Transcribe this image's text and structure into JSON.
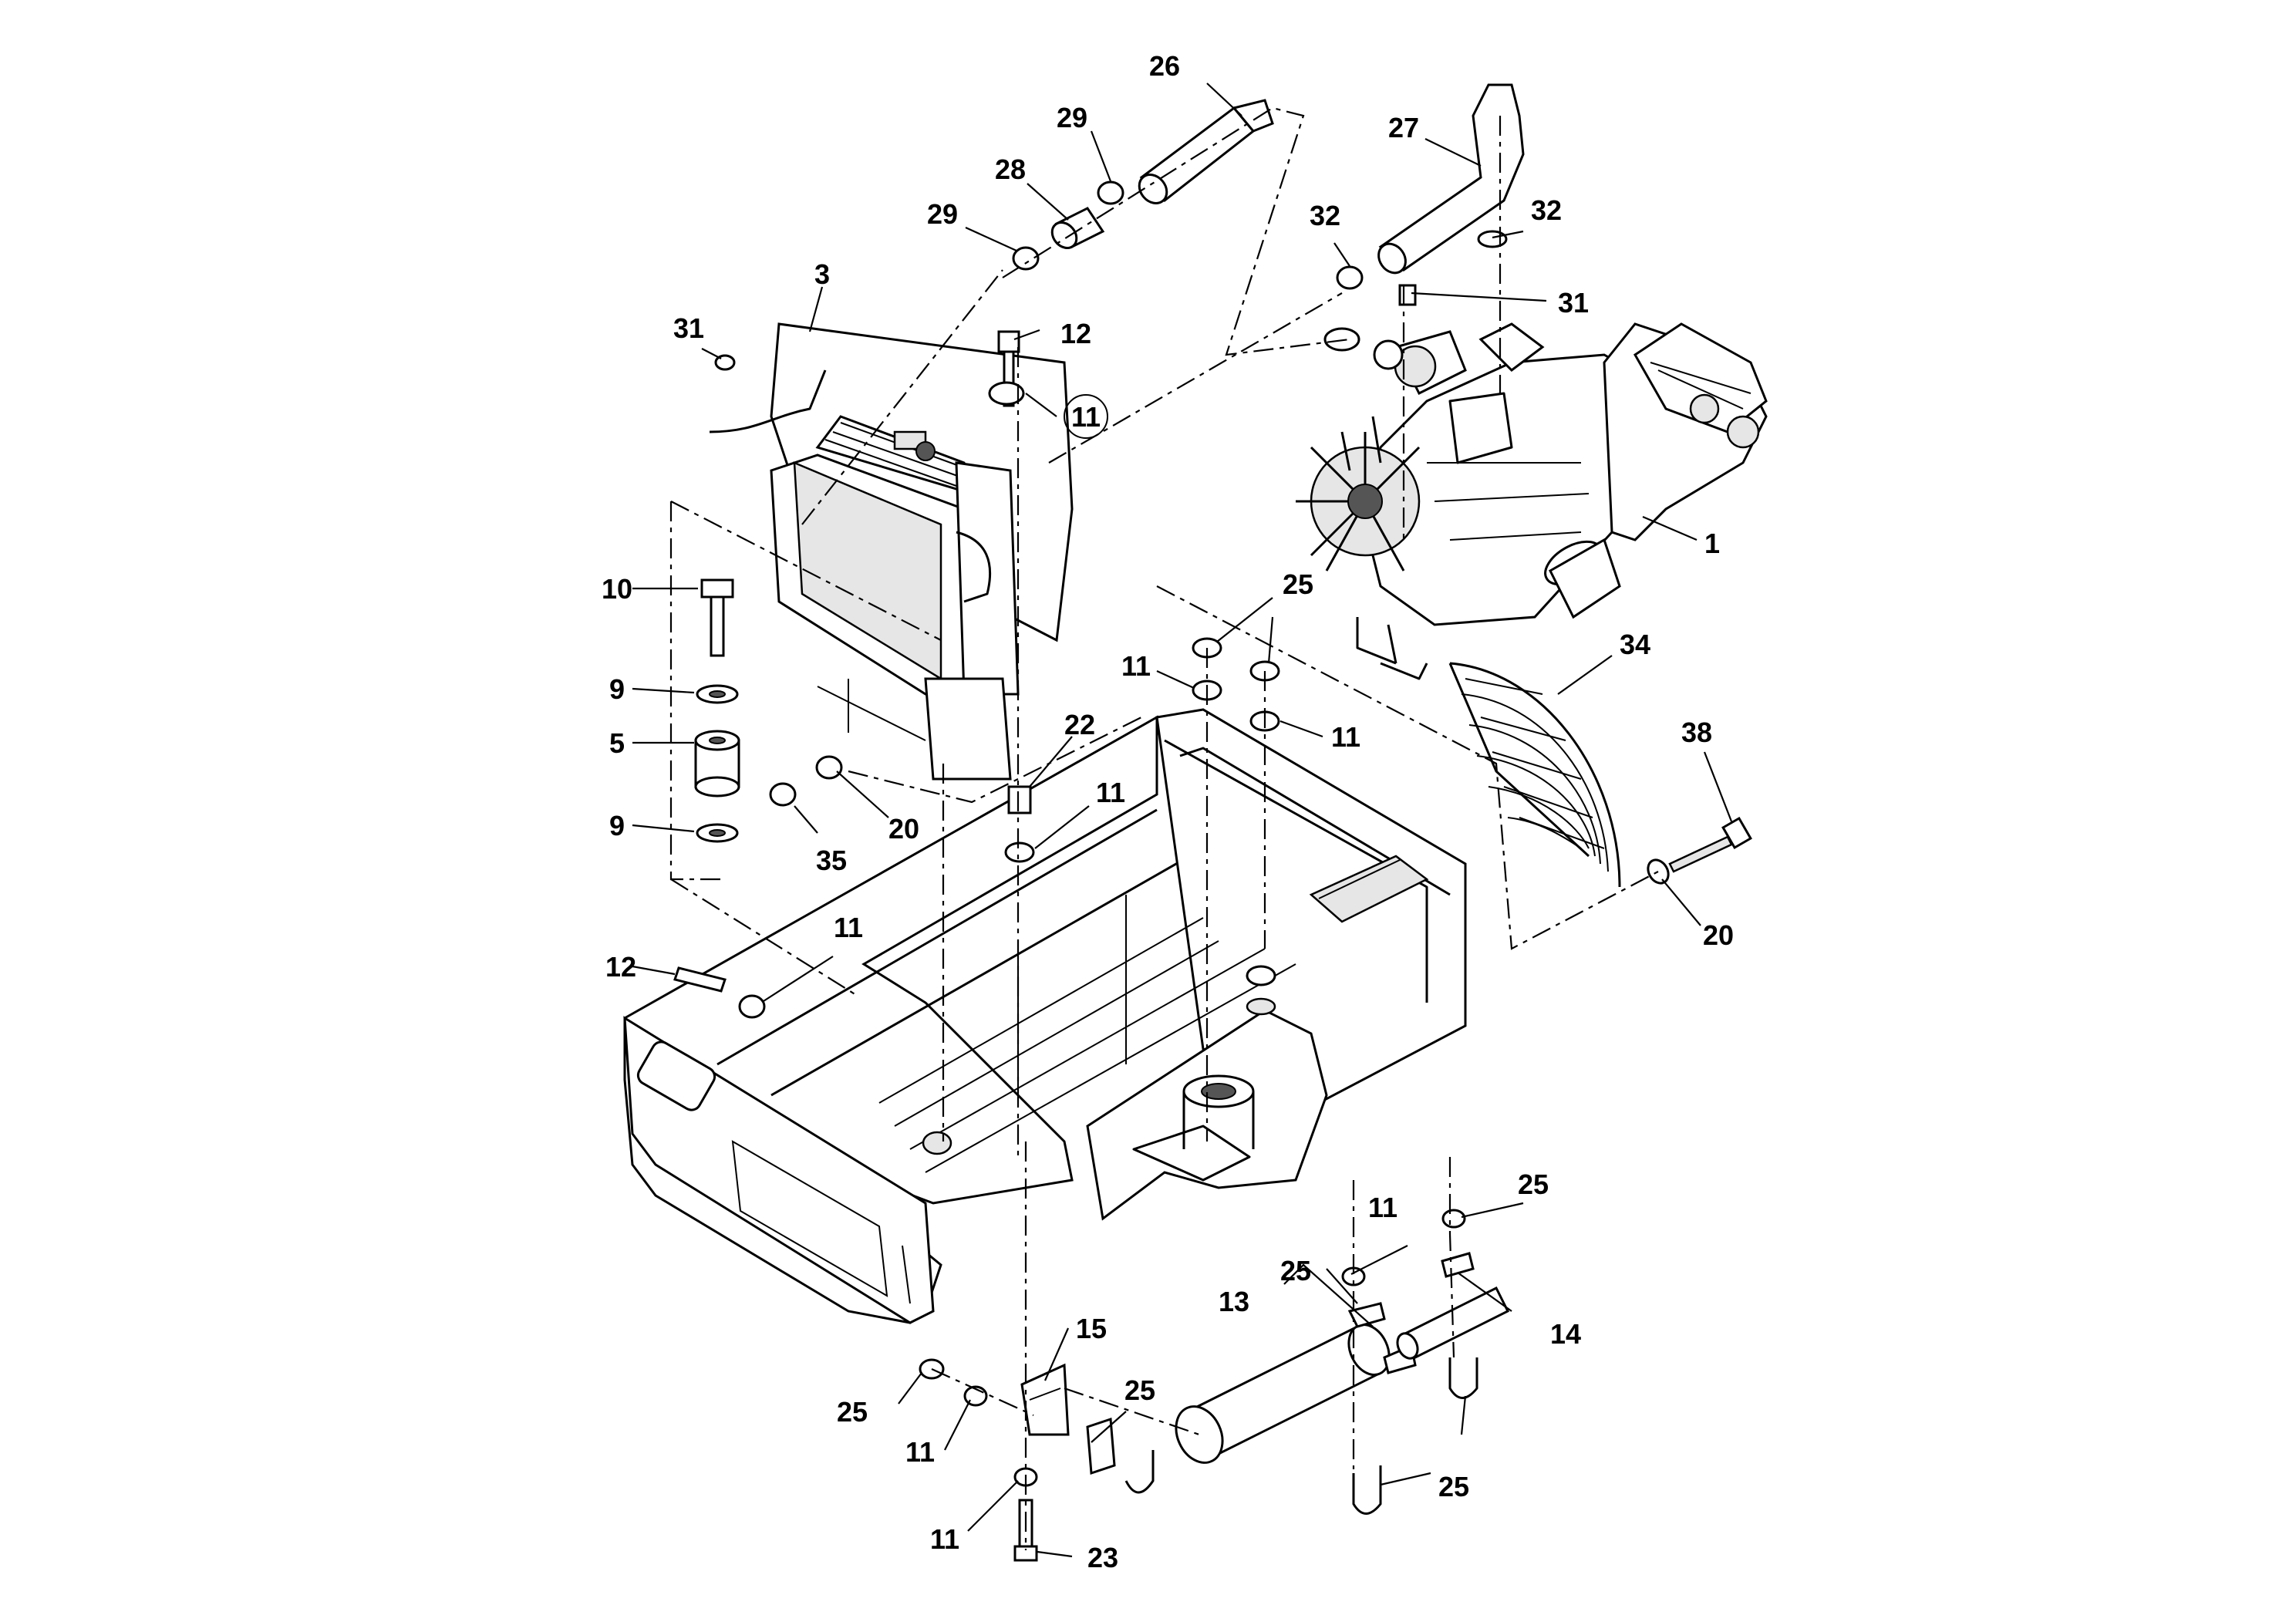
{
  "diagram": {
    "kind": "exploded-parts-view",
    "callouts": [
      {
        "id": "c26",
        "label": "26"
      },
      {
        "id": "c29a",
        "label": "29"
      },
      {
        "id": "c28",
        "label": "28"
      },
      {
        "id": "c29b",
        "label": "29"
      },
      {
        "id": "c27",
        "label": "27"
      },
      {
        "id": "c32a",
        "label": "32"
      },
      {
        "id": "c32b",
        "label": "32"
      },
      {
        "id": "c31a",
        "label": "31"
      },
      {
        "id": "c3",
        "label": "3"
      },
      {
        "id": "c31b",
        "label": "31"
      },
      {
        "id": "c12a",
        "label": "12"
      },
      {
        "id": "c11a",
        "label": "11",
        "circled": true
      },
      {
        "id": "c1",
        "label": "1"
      },
      {
        "id": "c10",
        "label": "10"
      },
      {
        "id": "c9a",
        "label": "9"
      },
      {
        "id": "c5",
        "label": "5"
      },
      {
        "id": "c9b",
        "label": "9"
      },
      {
        "id": "c25a",
        "label": "25"
      },
      {
        "id": "c11b",
        "label": "11"
      },
      {
        "id": "c11c",
        "label": "11"
      },
      {
        "id": "c34",
        "label": "34"
      },
      {
        "id": "c38",
        "label": "38"
      },
      {
        "id": "c22",
        "label": "22"
      },
      {
        "id": "c11d",
        "label": "11"
      },
      {
        "id": "c20a",
        "label": "20"
      },
      {
        "id": "c35",
        "label": "35"
      },
      {
        "id": "c20b",
        "label": "20"
      },
      {
        "id": "c11e",
        "label": "11"
      },
      {
        "id": "c12b",
        "label": "12"
      },
      {
        "id": "c11f",
        "label": "11"
      },
      {
        "id": "c25b",
        "label": "25"
      },
      {
        "id": "c25c",
        "label": "25"
      },
      {
        "id": "c14",
        "label": "14"
      },
      {
        "id": "c13",
        "label": "13"
      },
      {
        "id": "c15",
        "label": "15"
      },
      {
        "id": "c25d",
        "label": "25"
      },
      {
        "id": "c25e",
        "label": "25"
      },
      {
        "id": "c11g",
        "label": "11"
      },
      {
        "id": "c25f",
        "label": "25"
      },
      {
        "id": "c11h",
        "label": "11"
      },
      {
        "id": "c23",
        "label": "23"
      }
    ]
  }
}
